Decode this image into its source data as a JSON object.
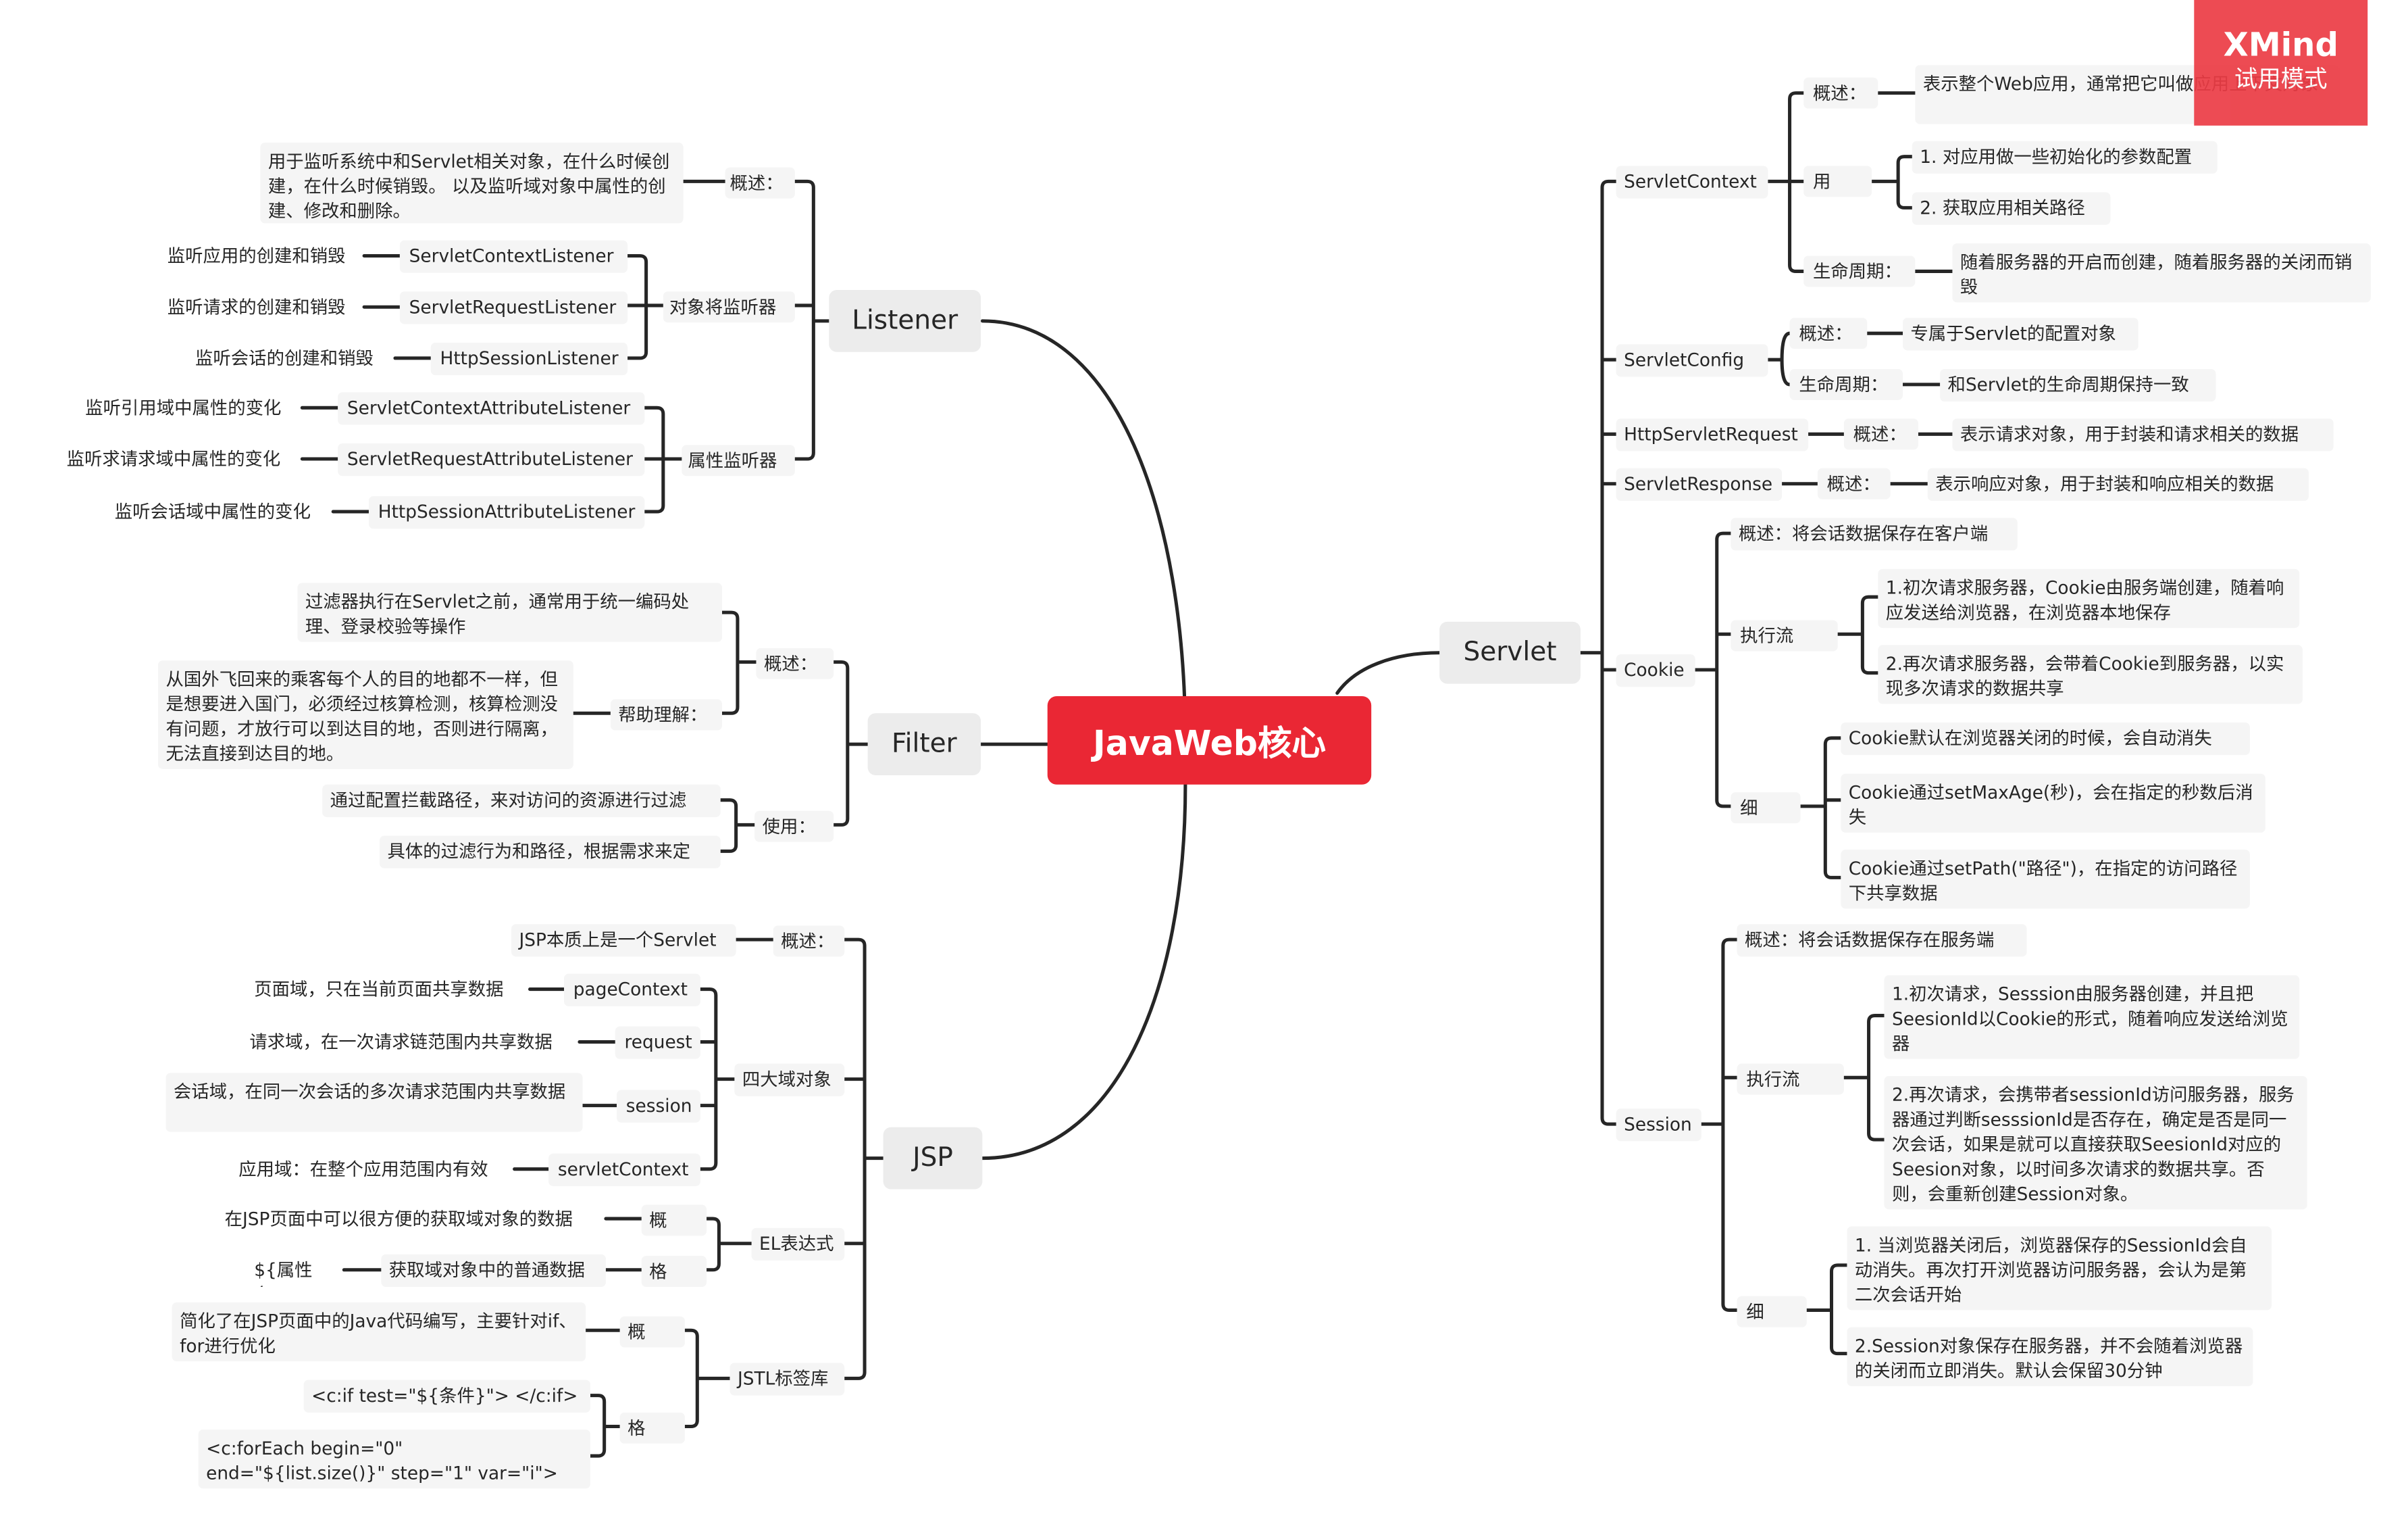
{
  "center": "JavaWeb核心",
  "watermark": {
    "brand": "XMind",
    "mode": "试用模式"
  },
  "branches": {
    "listener": {
      "title": "Listener",
      "overview_label": "概述：",
      "overview_text": "用于监听系统中和Servlet相关对象，在什么时候创建，在什么时候销毁。 以及监听域对象中属性的创建、修改和删除。",
      "object_label": "对象将监听器",
      "object_items": [
        {
          "name": "ServletContextListener",
          "desc": "监听应用的创建和销毁"
        },
        {
          "name": "ServletRequestListener",
          "desc": "监听请求的创建和销毁"
        },
        {
          "name": "HttpSessionListener",
          "desc": "监听会话的创建和销毁"
        }
      ],
      "attr_label": "属性监听器",
      "attr_items": [
        {
          "name": "ServletContextAttributeListener",
          "desc": "监听引用域中属性的变化"
        },
        {
          "name": "ServletRequestAttributeListener",
          "desc": "监听求请求域中属性的变化"
        },
        {
          "name": "HttpSessionAttributeListener",
          "desc": "监听会话域中属性的变化"
        }
      ]
    },
    "filter": {
      "title": "Filter",
      "overview_label": "概述：",
      "overview_text": "过滤器执行在Servlet之前，通常用于统一编码处理、登录校验等操作",
      "help_label": "帮助理解：",
      "help_text": "从国外飞回来的乘客每个人的目的地都不一样，但是想要进入国门，必须经过核算检测，核算检测没有问题，才放行可以到达目的地，否则进行隔离，无法直接到达目的地。",
      "usage_label": "使用：",
      "usage_items": [
        "通过配置拦截路径，来对访问的资源进行过滤",
        "具体的过滤行为和路径，根据需求来定"
      ]
    },
    "jsp": {
      "title": "JSP",
      "overview_label": "概述：",
      "overview_text": "JSP本质上是一个Servlet",
      "scopes_label": "四大域对象",
      "scopes": [
        {
          "name": "pageContext",
          "desc": "页面域，只在当前页面共享数据"
        },
        {
          "name": "request",
          "desc": "请求域，在一次请求链范围内共享数据"
        },
        {
          "name": "session",
          "desc": "会话域，在同一次会话的多次请求范围内共享数据"
        },
        {
          "name": "servletContext",
          "desc": "应用域：在整个应用范围内有效"
        }
      ],
      "el_label": "EL表达式",
      "el_overview_label": "概述：",
      "el_overview_text": "在JSP页面中可以很方便的获取域对象的数据",
      "el_format_label": "格式：",
      "el_format_text": "获取域对象中的普通数据",
      "el_format_example": "${属性名}",
      "jstl_label": "JSTL标签库",
      "jstl_overview_label": "概述：",
      "jstl_overview_text": "简化了在JSP页面中的Java代码编写，主要针对if、for进行优化",
      "jstl_format_label": "格式：",
      "jstl_formats": [
        "<c:if test=\"${条件}\">    </c:if>",
        "<c:forEach begin=\"0\" end=\"${list.size()}\" step=\"1\" var=\"i\">"
      ]
    },
    "servlet": {
      "title": "Servlet",
      "context": {
        "name": "ServletContext",
        "overview_label": "概述：",
        "overview_text": "表示整个Web应用，通常把它叫做应用上下文对象",
        "usage_label": "用途：",
        "usage_items": [
          "1. 对应用做一些初始化的参数配置",
          "2. 获取应用相关路径"
        ],
        "lifecycle_label": "生命周期：",
        "lifecycle_text": "随着服务器的开启而创建，随着服务器的关闭而销毁"
      },
      "config": {
        "name": "ServletConfig",
        "overview_label": "概述：",
        "overview_text": "专属于Servlet的配置对象",
        "lifecycle_label": "生命周期：",
        "lifecycle_text": "和Servlet的生命周期保持一致"
      },
      "request": {
        "name": "HttpServletRequest",
        "overview_label": "概述：",
        "overview_text": "表示请求对象，用于封装和请求相关的数据"
      },
      "response": {
        "name": "ServletResponse",
        "overview_label": "概述：",
        "overview_text": "表示响应对象，用于封装和响应相关的数据"
      },
      "cookie": {
        "name": "Cookie",
        "overview_text": "概述：将会话数据保存在客户端",
        "flow_label": "执行流程：",
        "flow_items": [
          "1.初次请求服务器，Cookie由服务端创建，随着响应发送给浏览器，在浏览器本地保存",
          "2.再次请求服务器，会带着Cookie到服务器，以实现多次请求的数据共享"
        ],
        "detail_label": "细节：",
        "detail_items": [
          "Cookie默认在浏览器关闭的时候，会自动消失",
          "Cookie通过setMaxAge(秒)，会在指定的秒数后消失",
          "Cookie通过setPath(\"路径\")，在指定的访问路径下共享数据"
        ]
      },
      "session": {
        "name": "Session",
        "overview_text": "概述：将会话数据保存在服务端",
        "flow_label": "执行流程：",
        "flow_items": [
          "1.初次请求，Sesssion由服务器创建，并且把SeesionId以Cookie的形式，随着响应发送给浏览器",
          "2.再次请求，会携带者sessionId访问服务器，服务器通过判断sesssionId是否存在，确定是否是同一次会话，如果是就可以直接获取SeesionId对应的Seesion对象，以时间多次请求的数据共享。否则，会重新创建Session对象。"
        ],
        "detail_label": "细节：",
        "detail_items": [
          "1. 当浏览器关闭后，浏览器保存的SessionId会自动消失。再次打开浏览器访问服务器，会认为是第二次会话开始",
          "2.Session对象保存在服务器，并不会随着浏览器的关闭而立即消失。默认会保留30分钟"
        ]
      }
    }
  }
}
